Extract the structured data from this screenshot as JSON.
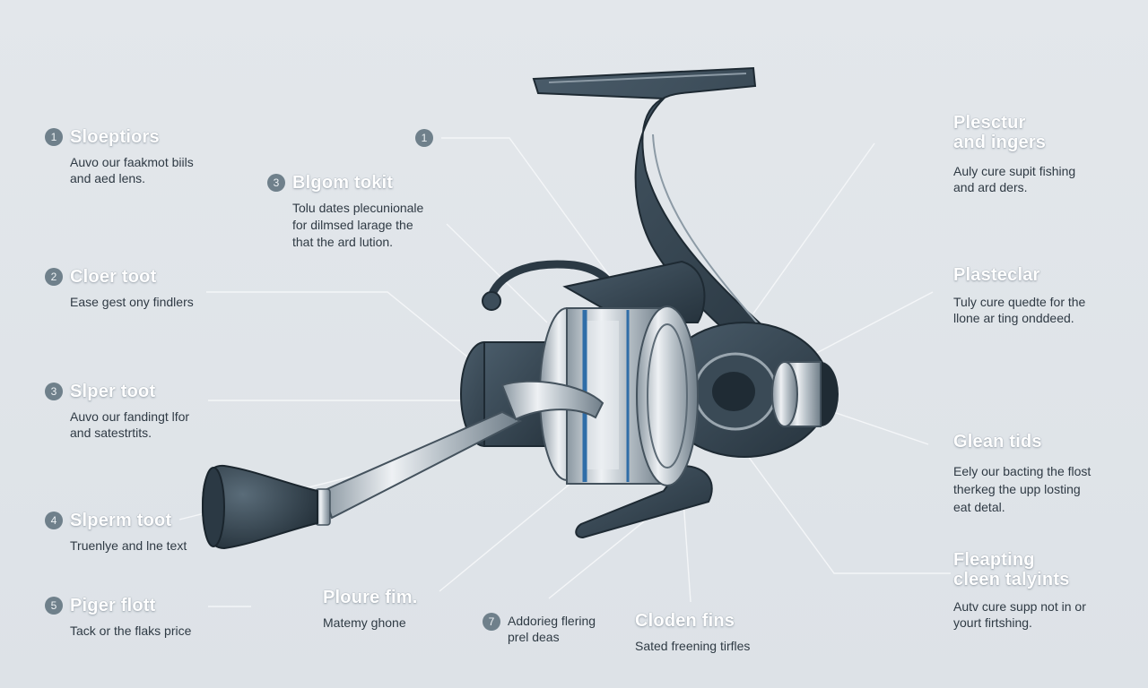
{
  "colors": {
    "background": "#dfe3e8",
    "reel_dark": "#3c4d5a",
    "reel_mid": "#5c6c78",
    "metal": "#c9d0d6",
    "accent_blue": "#2f6da8",
    "leader_line": "#f4f6f8"
  },
  "callouts": [
    {
      "id": "c1",
      "badge": "1",
      "title": "Sloeptiors",
      "lines": [
        "Auvo our faakmot biils",
        "and aed lens."
      ]
    },
    {
      "id": "c2",
      "badge": "2",
      "title": "Cloer toot",
      "lines": [
        "Ease gest ony findlers"
      ]
    },
    {
      "id": "c3",
      "badge": "3",
      "title": "Slper toot",
      "lines": [
        "Auvo our fandingt lfor",
        "and satestrtits."
      ]
    },
    {
      "id": "c4",
      "badge": "4",
      "title": "Slperm toot",
      "lines": [
        "Truenlye and lne text"
      ]
    },
    {
      "id": "c5",
      "badge": "5",
      "title": "Piger flott",
      "lines": [
        "Tack or the flaks price"
      ]
    },
    {
      "id": "c6",
      "badge": "3",
      "title": "Blgom tokit",
      "lines": [
        "Tolu dates plecunionale",
        "for dilmsed larage the",
        "that the ard lution."
      ]
    },
    {
      "id": "c7",
      "badge": "1",
      "title": "",
      "lines": []
    },
    {
      "id": "c8",
      "badge": "",
      "title": "Ploure fim.",
      "lines": [
        "Matemy ghone"
      ]
    },
    {
      "id": "c9",
      "badge": "7",
      "title": "",
      "lines": [
        "Addorieg flering",
        "prel deas"
      ]
    },
    {
      "id": "c10",
      "badge": "",
      "title": "Cloden fins",
      "lines": [
        "Sated freening tirfles"
      ]
    },
    {
      "id": "c11",
      "badge": "",
      "title": "Plesсtur\nand ingers",
      "lines": [
        "Auly cure supit fishing",
        "and ard ders."
      ]
    },
    {
      "id": "c12",
      "badge": "",
      "title": "Plasteclar",
      "lines": [
        "Tuly cure quedte for the",
        "llone ar ting onddeed."
      ]
    },
    {
      "id": "c13",
      "badge": "",
      "title": "Glean tids",
      "lines": [
        "Eely our bacting the flost",
        "therkeg the upp losting",
        "eat detal."
      ]
    },
    {
      "id": "c14",
      "badge": "",
      "title": "Fleapting\ncleen talyints",
      "lines": [
        "Autv cure supp not in or",
        "yourt firtshing."
      ]
    }
  ]
}
